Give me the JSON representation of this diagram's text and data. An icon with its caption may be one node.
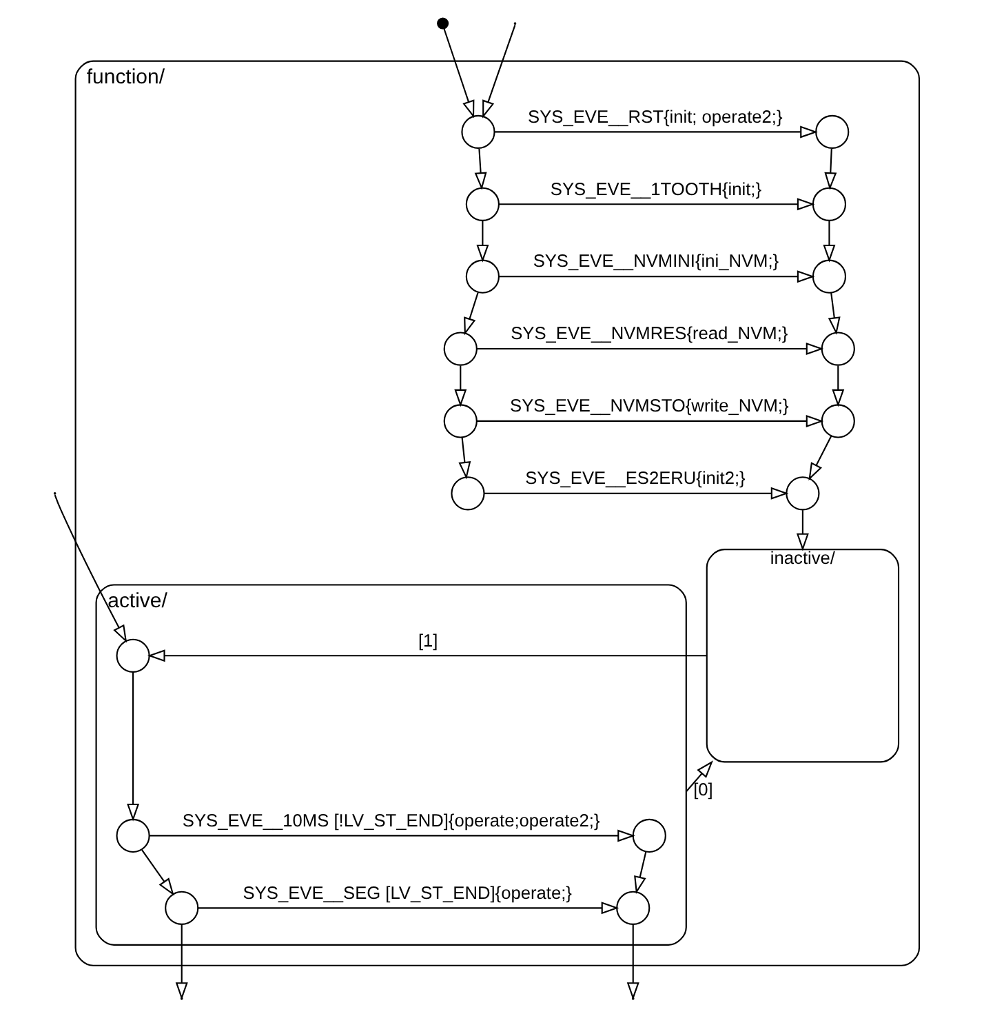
{
  "diagram": {
    "nodes": [
      {
        "text": [
          "function/"
        ]
      },
      {
        "text": [],
        "shape": "circle"
      },
      {
        "text": [],
        "shape": "circle",
        "in": 0
      },
      {
        "text": [],
        "shape": "circle",
        "in": 0
      },
      {
        "text": [],
        "shape": "circle",
        "in": 0
      },
      {
        "text": [],
        "shape": "circle",
        "in": 0
      },
      {
        "text": [],
        "shape": "circle",
        "in": 0
      },
      {
        "text": [],
        "shape": "circle",
        "in": 0
      },
      {
        "text": [],
        "shape": "circle",
        "in": 0
      },
      {
        "text": [],
        "shape": "circle",
        "in": 0
      },
      {
        "text": [],
        "shape": "circle",
        "in": 0
      },
      {
        "text": [],
        "shape": "circle",
        "in": 0
      },
      {
        "text": [],
        "shape": "circle",
        "in": 0
      },
      {
        "text": [],
        "shape": "circle",
        "in": 0
      },
      {
        "text": [
          "active/"
        ],
        "in": 0
      },
      {
        "text": [
          "inactive/"
        ],
        "in": 0
      },
      {
        "text": [],
        "shape": "circle",
        "in": 14
      },
      {
        "text": [],
        "shape": "circle",
        "in": 14
      },
      {
        "text": [],
        "shape": "circle",
        "in": 14
      },
      {
        "text": [],
        "shape": "circle",
        "in": 14
      },
      {
        "text": [],
        "shape": "circle",
        "in": 14
      }
    ],
    "edges": [
      {
        "from": 1,
        "to": 2,
        "arrow": "to"
      },
      {
        "from": null,
        "to": 2,
        "arrow": "to"
      },
      {
        "from": 2,
        "to": 3,
        "arrow": "to",
        "label": "SYS_EVE__RST{init; operate2;}"
      },
      {
        "from": 4,
        "to": 5,
        "arrow": "to",
        "label": "SYS_EVE__1TOOTH{init;}"
      },
      {
        "from": 6,
        "to": 7,
        "arrow": "to",
        "label": "SYS_EVE__NVMINI{ini_NVM;}"
      },
      {
        "from": 8,
        "to": 9,
        "arrow": "to",
        "label": "SYS_EVE__NVMRES{read_NVM;}"
      },
      {
        "from": 10,
        "to": 11,
        "arrow": "to",
        "label": "SYS_EVE__NVMSTO{write_NVM;}"
      },
      {
        "from": 12,
        "to": 13,
        "arrow": "to",
        "label": "SYS_EVE__ES2ERU{init2;}"
      },
      {
        "from": 2,
        "to": 4,
        "arrow": "to"
      },
      {
        "from": 4,
        "to": 6,
        "arrow": "to"
      },
      {
        "from": 6,
        "to": 8,
        "arrow": "to"
      },
      {
        "from": 8,
        "to": 10,
        "arrow": "to"
      },
      {
        "from": 10,
        "to": 12,
        "arrow": "to"
      },
      {
        "from": 3,
        "to": 5,
        "arrow": "to"
      },
      {
        "from": 5,
        "to": 7,
        "arrow": "to"
      },
      {
        "from": 7,
        "to": 9,
        "arrow": "to"
      },
      {
        "from": 9,
        "to": 11,
        "arrow": "to"
      },
      {
        "from": 11,
        "to": 13,
        "arrow": "to"
      },
      {
        "from": 13,
        "to": 15,
        "arrow": "to"
      },
      {
        "from": 15,
        "to": 16,
        "arrow": "to",
        "label": "[1]"
      },
      {
        "from": null,
        "to": 16,
        "arrow": "to"
      },
      {
        "from": 14,
        "to": 15,
        "arrow": "to",
        "label": "[0]"
      },
      {
        "from": 16,
        "to": 17,
        "arrow": "to"
      },
      {
        "from": 17,
        "to": 18,
        "arrow": "to",
        "label": "SYS_EVE__10MS [!LV_ST_END]{operate;operate2;}"
      },
      {
        "from": 17,
        "to": 19,
        "arrow": "to"
      },
      {
        "from": 18,
        "to": 20,
        "arrow": "to"
      },
      {
        "from": 19,
        "to": 20,
        "arrow": "to",
        "label": "SYS_EVE__SEG [LV_ST_END]{operate;}"
      },
      {
        "from": 19,
        "to": null,
        "arrow": "to"
      },
      {
        "from": 20,
        "to": null,
        "arrow": "to"
      }
    ]
  }
}
